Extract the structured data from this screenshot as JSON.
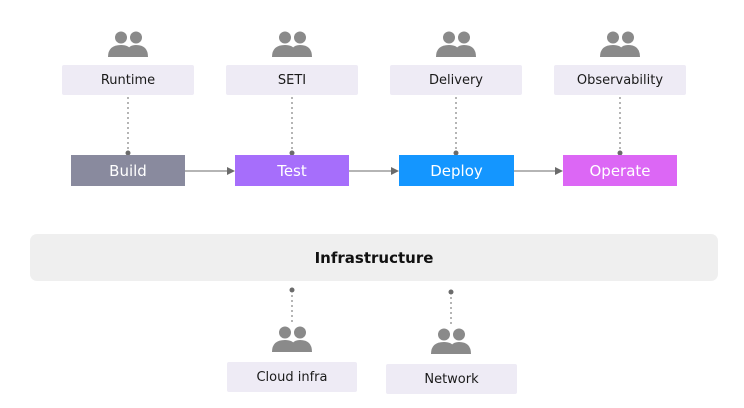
{
  "colors": {
    "team_bg": "#eeebf5",
    "icon": "#8a8a8a",
    "build": "#898a9e",
    "test": "#a66efb",
    "deploy": "#1496ff",
    "operate": "#dc67f5",
    "infra_bg": "#efefef",
    "connector": "#6b6b6b"
  },
  "teams_top": [
    {
      "label": "Runtime",
      "icon": "people-icon"
    },
    {
      "label": "SETI",
      "icon": "people-icon"
    },
    {
      "label": "Delivery",
      "icon": "people-icon"
    },
    {
      "label": "Observability",
      "icon": "people-icon"
    }
  ],
  "stages": [
    {
      "label": "Build"
    },
    {
      "label": "Test"
    },
    {
      "label": "Deploy"
    },
    {
      "label": "Operate"
    }
  ],
  "infrastructure": {
    "label": "Infrastructure"
  },
  "teams_bottom": [
    {
      "label": "Cloud infra",
      "icon": "people-icon"
    },
    {
      "label": "Network",
      "icon": "people-icon"
    }
  ]
}
